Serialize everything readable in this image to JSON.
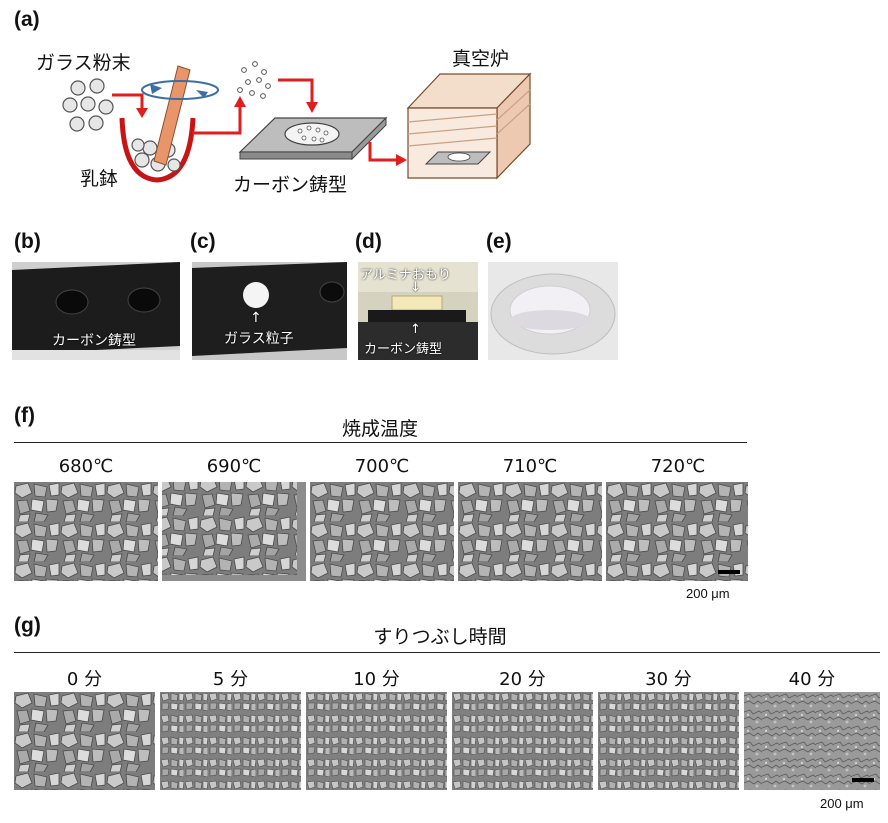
{
  "panel_a": {
    "label": "(a)",
    "glass_powder": "ガラス粉末",
    "mortar": "乳鉢",
    "carbon_mold": "カーボン鋳型",
    "vacuum_furnace": "真空炉"
  },
  "panel_b": {
    "label": "(b)",
    "caption": "カーボン鋳型"
  },
  "panel_c": {
    "label": "(c)",
    "caption": "ガラス粒子",
    "arrow": "↑"
  },
  "panel_d": {
    "label": "(d)",
    "top_caption": "アルミナおもり",
    "bottom_caption": "カーボン鋳型",
    "arrow_down": "↓",
    "arrow_up": "↑"
  },
  "panel_e": {
    "label": "(e)"
  },
  "panel_f": {
    "label": "(f)",
    "title": "焼成温度",
    "temps": [
      "680℃",
      "690℃",
      "700℃",
      "710℃",
      "720℃"
    ],
    "scale_bar": "200 μm"
  },
  "panel_g": {
    "label": "(g)",
    "title": "すりつぶし時間",
    "times": [
      "0 分",
      "5 分",
      "10 分",
      "20 分",
      "30 分",
      "40 分"
    ],
    "scale_bar": "200 μm"
  },
  "colors": {
    "arrow_red": "#e01e1e",
    "stick": "#e8956a",
    "carbon": "#1c1c1c"
  }
}
